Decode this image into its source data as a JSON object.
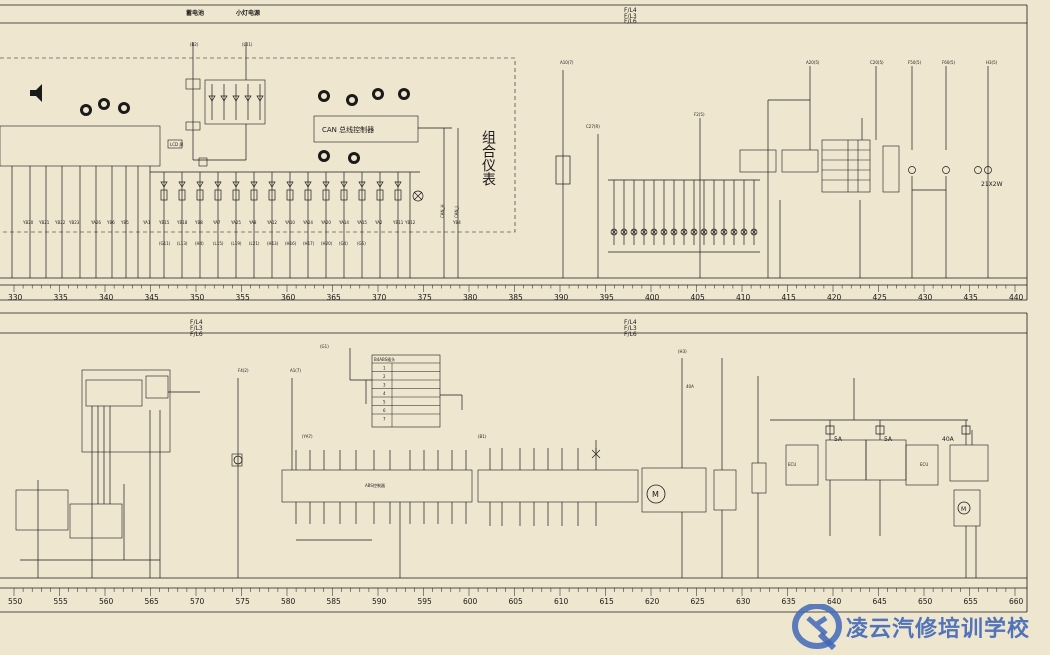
{
  "top_panel": {
    "headers": [
      "F/L4",
      "F/L3",
      "F/L6"
    ],
    "title_labels": [
      "蓄电池",
      "小灯电源"
    ],
    "ruler_ticks": [
      "330",
      "335",
      "340",
      "345",
      "350",
      "355",
      "360",
      "365",
      "370",
      "375",
      "380",
      "385",
      "390",
      "395",
      "400",
      "405",
      "410",
      "415",
      "420",
      "425",
      "430",
      "435",
      "440"
    ],
    "side_label": "组合仪表",
    "can_label": "CAN 总线控制器",
    "lcd_label": "LCD 屏",
    "connector_labels": [
      "YB20",
      "YB21",
      "YB22",
      "YB23",
      "YA26",
      "YB6",
      "YB5",
      "YA1",
      "YB15",
      "YB18",
      "YB8",
      "YA7",
      "YA25",
      "YA8",
      "YA12",
      "YA10",
      "YA24",
      "YA20",
      "YA14",
      "YA15",
      "YA2",
      "YB11",
      "YB12",
      "YB4"
    ],
    "wire_labels": [
      "(G11)",
      "(L13)",
      "(H4)",
      "(L15)",
      "(L19)",
      "(L21)",
      "(H13)",
      "(H16)",
      "(H17)",
      "(H20)",
      "(G4)",
      "(G5)"
    ],
    "top_refs": [
      "(B2)",
      "(L01)",
      "A10(7)",
      "C27(R)",
      "F2(5)",
      "A20(5)",
      "C20(5)",
      "F50(5)",
      "F60(5)",
      "H3(5)"
    ],
    "lamp_label": "21X2W",
    "can_hl": "CAN_H",
    "can_ll": "CAN_L"
  },
  "bottom_panel": {
    "headers": [
      "F/L4",
      "F/L3",
      "F/L6"
    ],
    "ruler_ticks": [
      "550",
      "555",
      "560",
      "565",
      "570",
      "575",
      "580",
      "585",
      "590",
      "595",
      "600",
      "605",
      "610",
      "615",
      "620",
      "625",
      "630",
      "635",
      "640",
      "645",
      "650",
      "655",
      "660"
    ],
    "abs_table_title": "B4ABS插头",
    "abs_rows": [
      "1",
      "2",
      "3",
      "4",
      "5",
      "6",
      "7"
    ],
    "abs_module": "ABS控制器",
    "fuse_labels": [
      "40A",
      "5A",
      "5A",
      "40A"
    ],
    "ecu_labels": [
      "ECU",
      "ECU"
    ],
    "refs": [
      "F4(2)",
      "A1(7)",
      "(YA7)",
      "(G1)",
      "(B1)",
      "(H3)"
    ]
  },
  "watermark": {
    "text": "凌云汽修培训学校"
  },
  "colors": {
    "paper": "#efe6cf",
    "ink": "#1a1a1a",
    "watermark": "#3f67b8"
  }
}
